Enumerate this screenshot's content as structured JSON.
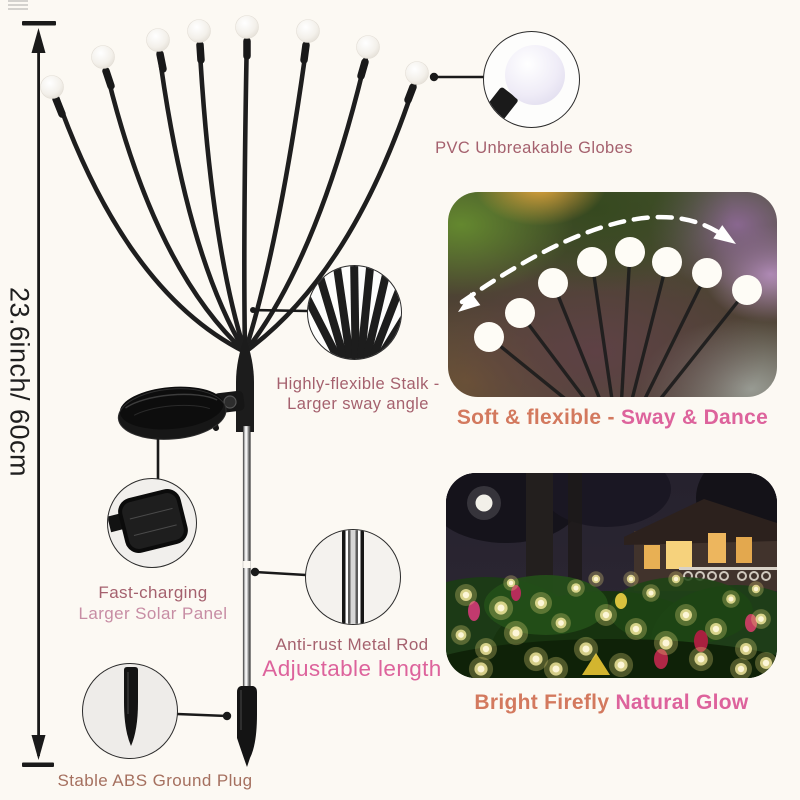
{
  "measurement": {
    "text": "23.6inch/ 60cm"
  },
  "callout_globes": {
    "label": "PVC Unbreakable Globes"
  },
  "callout_stalk": {
    "line1": "Highly-flexible Stalk -",
    "line2": "Larger sway angle"
  },
  "callout_solar": {
    "line1": "Fast-charging",
    "line2": "Larger Solar Panel"
  },
  "callout_rod": {
    "line1": "Anti-rust Metal Rod",
    "line2": "Adjustable length"
  },
  "callout_plug": {
    "label": "Stable ABS Ground Plug"
  },
  "photo_sway": {
    "caption_a": "Soft & flexible - ",
    "caption_b": "Sway & Dance"
  },
  "photo_glow": {
    "caption_a": "Bright Firefly ",
    "caption_b": "Natural Glow"
  },
  "product": {
    "globe_count": 8
  },
  "colors": {
    "background": "#fcf9f3",
    "accent_pink": "#dd639c",
    "accent_salmon": "#d3795e",
    "label_mauve": "#a5616e",
    "label_mauve_light": "#c78da4",
    "plug_brown": "#a5705f",
    "product_black": "#1e1e1e"
  }
}
